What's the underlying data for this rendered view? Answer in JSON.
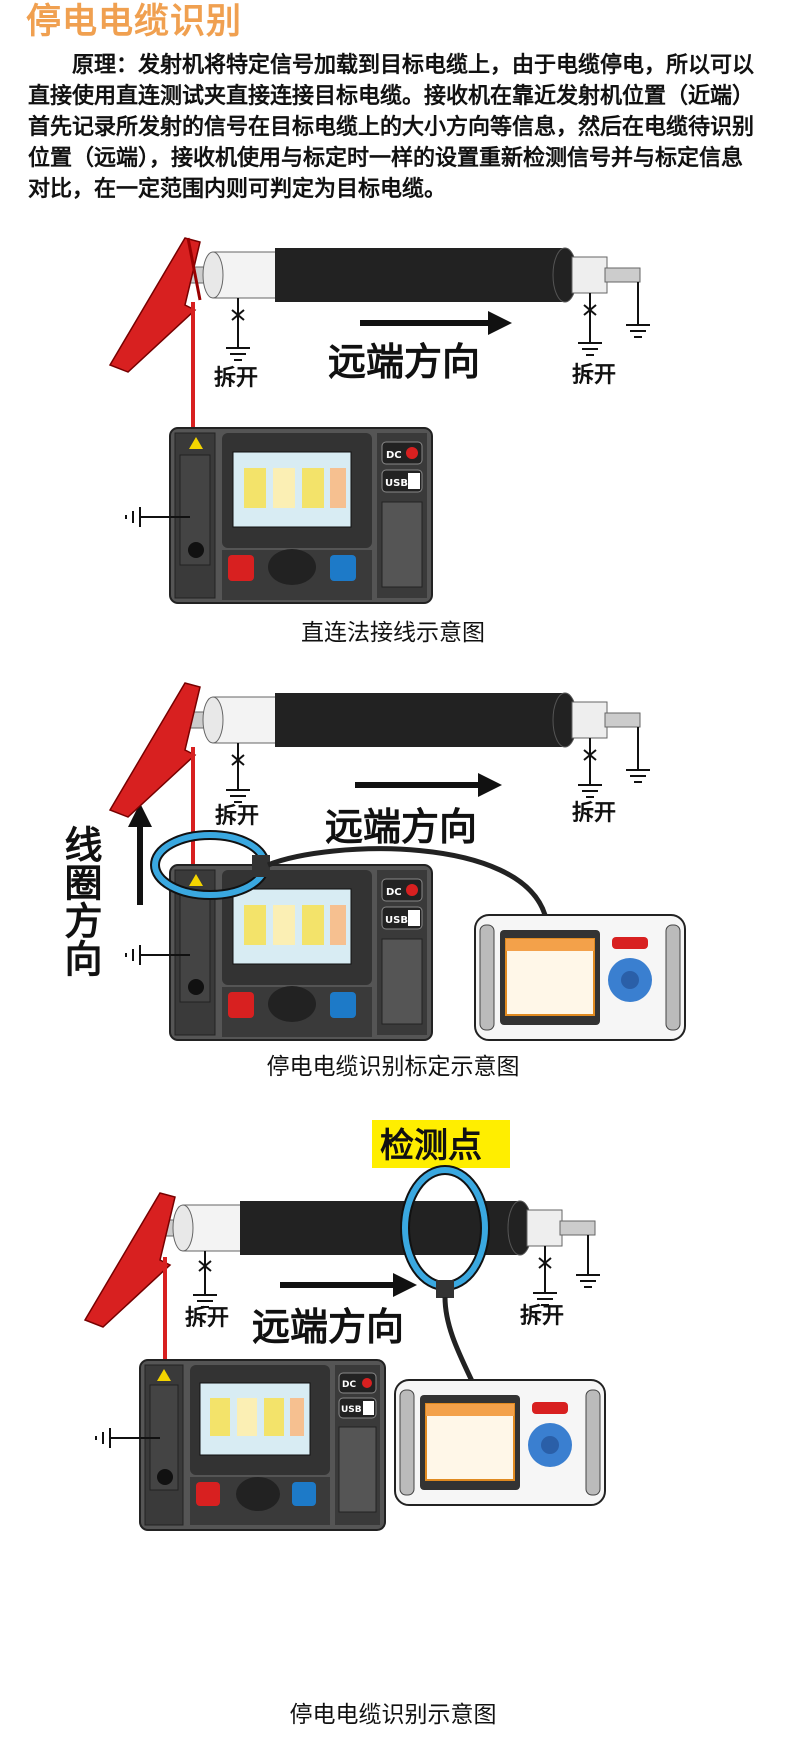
{
  "title": "停电电缆识别",
  "intro": "原理：发射机将特定信号加载到目标电缆上，由于电缆停电，所以可以直接使用直连测试夹直接连接目标电缆。接收机在靠近发射机位置（近端）首先记录所发射的信号在目标电缆上的大小方向等信息，然后在电缆待识别位置（远端），接收机使用与标定时一样的设置重新检测信号并与标定信息对比，在一定范围内则可判定为目标电缆。",
  "labels": {
    "disconnect": "拆开",
    "far_end_direction": "远端方向",
    "coil_direction": "线圈方向",
    "detection_point": "检测点",
    "dc": "DC",
    "usb": "USB"
  },
  "captions": {
    "direct": "直连法接线示意图",
    "calibration": "停电电缆识别标定示意图",
    "identification": "停电电缆识别示意图"
  },
  "colors": {
    "title": "#f0a050",
    "clamp": "#d82020",
    "cable": "#222222",
    "coil": "#3aa8e0",
    "highlight": "#ffee00"
  }
}
